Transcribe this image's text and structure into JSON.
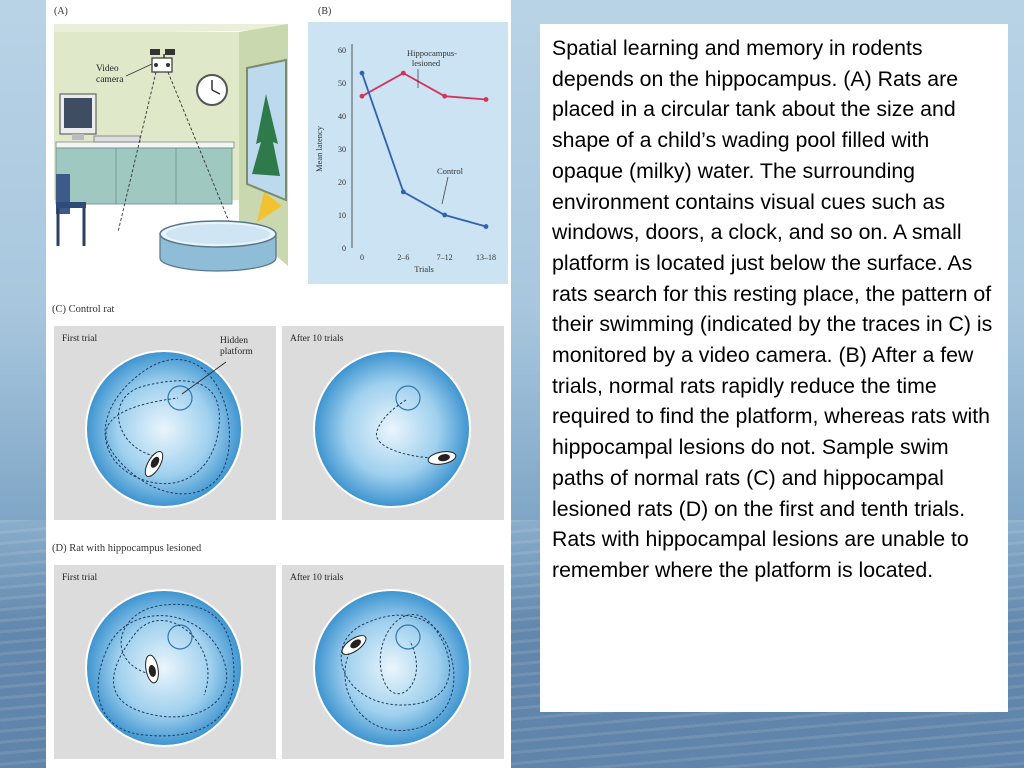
{
  "figure": {
    "panel_a_letter": "(A)",
    "panel_b_letter": "(B)",
    "panel_c_title": "(C) Control rat",
    "panel_d_title": "(D) Rat with hippocampus lesioned",
    "video_camera_label_line1": "Video",
    "video_camera_label_line2": "camera",
    "first_trial": "First trial",
    "after_10_trials": "After 10 trials",
    "hidden_platform_line1": "Hidden",
    "hidden_platform_line2": "platform"
  },
  "chart_data": {
    "type": "line",
    "ylabel": "Mean latency",
    "xlabel": "Trials",
    "categories": [
      "0",
      "2–6",
      "7–12",
      "13–18"
    ],
    "yticks": [
      "0",
      "10",
      "20",
      "30",
      "40",
      "50",
      "60"
    ],
    "ylim": [
      0,
      60
    ],
    "series": [
      {
        "name_line1": "Hippocampus-",
        "name_line2": "lesioned",
        "color": "#d6335a",
        "values": [
          46,
          53,
          46,
          45
        ]
      },
      {
        "name": "Control",
        "color": "#2f62b0",
        "values": [
          53,
          17,
          10,
          6.5
        ]
      }
    ]
  },
  "caption": "Spatial learning and memory in rodents depends on the hippocampus. (A) Rats are placed in a circular tank about the size and shape of a child’s wading pool filled with opaque (milky) water. The surrounding environment contains visual cues such as windows, doors, a clock, and so on. A small platform is located just below the surface. As rats search for this resting place, the pattern of their swimming (indicated by the traces in C) is monitored by a video camera. (B) After a few trials, normal rats rapidly reduce the time required to find the platform, whereas rats with hippocampal lesions do not. Sample swim paths of normal rats (C) and hippocampal lesioned rats (D) on the first and tenth trials. Rats with hippocampal lesions are unable to remember where the platform is located.",
  "colors": {
    "pool_blue": "#4a9fd6",
    "wall_green": "#dfe8c9",
    "panel_gray": "#dcdcdc"
  }
}
